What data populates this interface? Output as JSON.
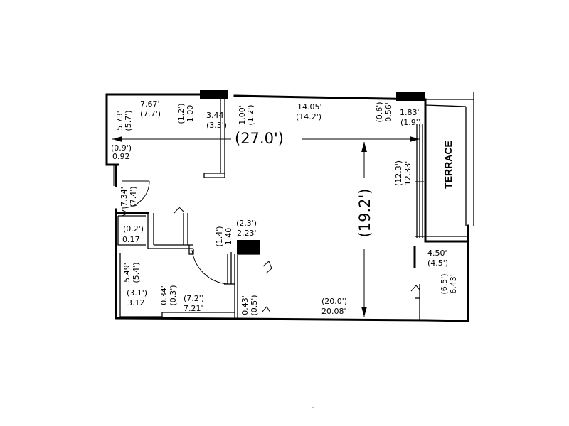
{
  "plan": {
    "overall_width": "(27.0')",
    "overall_depth": "(19.2')",
    "terrace_label": "TERRACE",
    "dims": {
      "d1": "7.67'",
      "d2": "(7.7')",
      "d3": "5.73'",
      "d4": "(5.7')",
      "d5": "(1.2')",
      "d6": "1.00",
      "d7": "3.44'",
      "d8": "(3.3')",
      "d9": "1.00'",
      "d10": "(1.2')",
      "d11": "14.05'",
      "d12": "(14.2')",
      "d13": "(0.6')",
      "d14": "0.56'",
      "d15": "1.83'",
      "d16": "(1.9')",
      "d17": "(0.9')",
      "d18": "0.92",
      "d19": "7.34'",
      "d20": "(7.4')",
      "d21": "(12.3')",
      "d22": "12.33'",
      "d23": "(0.2')",
      "d24": "0.17",
      "d25": "(1.4')",
      "d26": "1.40",
      "d27": "(2.3')",
      "d28": "2.23'",
      "d29": "4.50'",
      "d30": "(4.5')",
      "d31": "5.49'",
      "d32": "(5.4')",
      "d33": "(6.5')",
      "d34": "6.43'",
      "d35": "(3.1')",
      "d36": "3.12",
      "d37": "0.34'",
      "d38": "(0.3')",
      "d39": "(7.2')",
      "d40": "7.21'",
      "d41": "0.43'",
      "d42": "(0.5')",
      "d43": "(20.0')",
      "d44": "20.08'"
    }
  }
}
